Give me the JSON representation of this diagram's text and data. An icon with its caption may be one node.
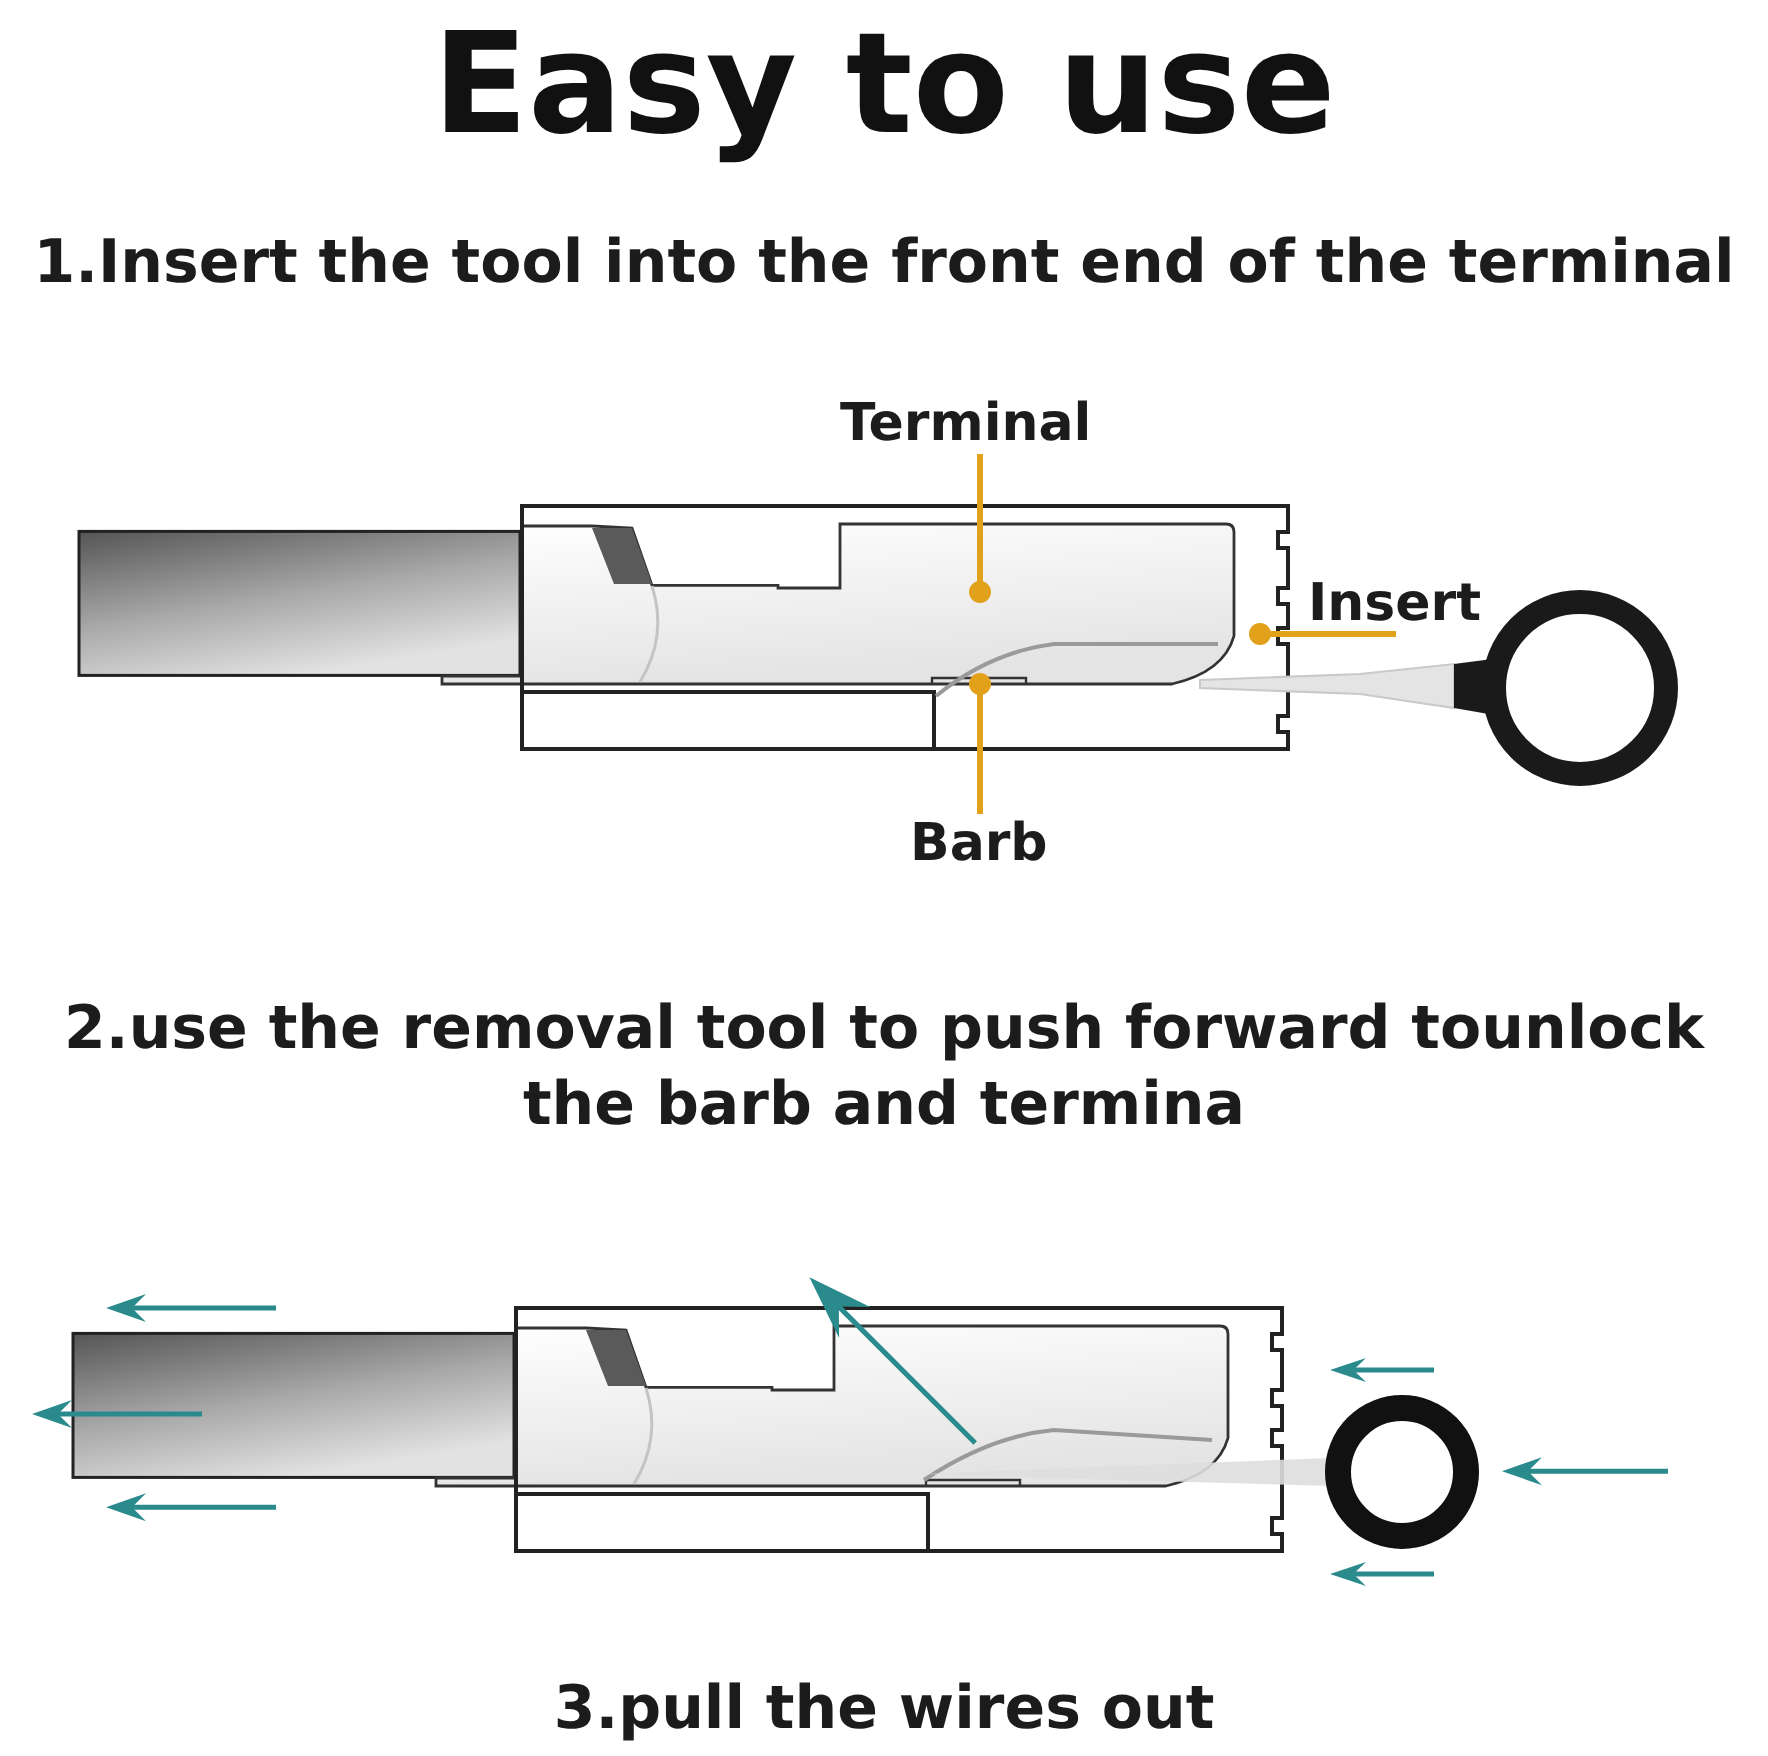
{
  "diagram": {
    "title": "Easy to use",
    "nodes": [
      {
        "text": [
          "Terminal"
        ]
      },
      {
        "text": [
          "Insert"
        ]
      },
      {
        "text": [
          "Barb"
        ]
      }
    ],
    "edges": [
      {
        "from": 0,
        "to": null,
        "arrow": "other"
      },
      {
        "from": 1,
        "to": null,
        "arrow": "other"
      },
      {
        "from": 2,
        "to": null,
        "arrow": "other"
      }
    ],
    "labels": [
      "1.Insert the tool into the front end of the terminal",
      "2.use the removal tool to push forward tounlock the barb and termina",
      "3.pull the wires out"
    ]
  }
}
